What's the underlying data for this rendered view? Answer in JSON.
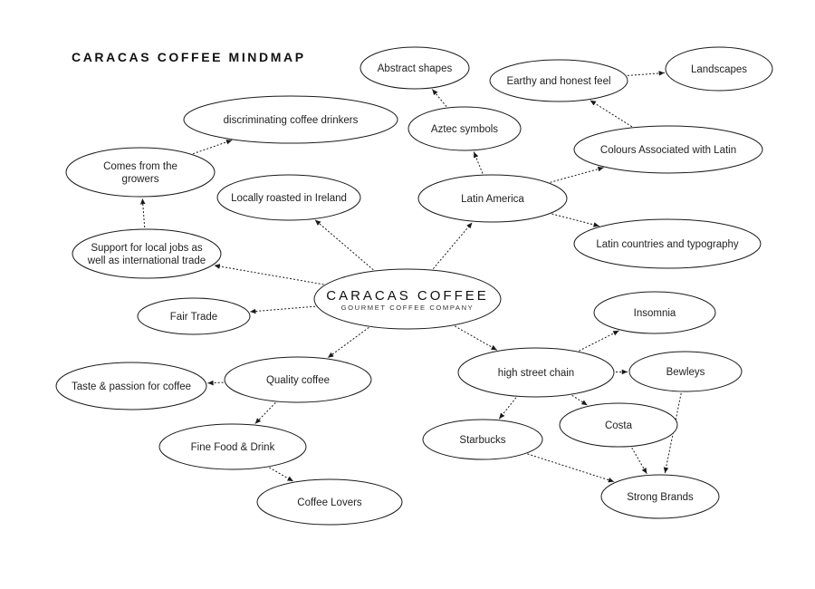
{
  "title": "CARACAS COFFEE MINDMAP",
  "center": {
    "title": "CARACAS COFFEE",
    "subtitle": "GOURMET COFFEE COMPANY"
  },
  "nodes": {
    "abstract_shapes": [
      "Abstract shapes"
    ],
    "earthy_feel": [
      "Earthy and honest feel"
    ],
    "landscapes": [
      "Landscapes"
    ],
    "discriminating": [
      "discriminating coffee drinkers"
    ],
    "aztec": [
      "Aztec symbols"
    ],
    "colours_latin": [
      "Colours Associated with Latin"
    ],
    "comes_from_growers": [
      "Comes from the",
      "growers"
    ],
    "locally_roasted": [
      "Locally roasted in Ireland"
    ],
    "latin_america": [
      "Latin America"
    ],
    "latin_typography": [
      "Latin countries and typography"
    ],
    "support_local": [
      "Support for local jobs as",
      "well as international trade"
    ],
    "fair_trade": [
      "Fair Trade"
    ],
    "insomnia": [
      "Insomnia"
    ],
    "high_street": [
      "high street chain"
    ],
    "bewleys": [
      "Bewleys"
    ],
    "taste_passion": [
      "Taste & passion for coffee"
    ],
    "quality_coffee": [
      "Quality coffee"
    ],
    "costa": [
      "Costa"
    ],
    "starbucks": [
      "Starbucks"
    ],
    "fine_food": [
      "Fine Food & Drink"
    ],
    "strong_brands": [
      "Strong Brands"
    ],
    "coffee_lovers": [
      "Coffee Lovers"
    ]
  },
  "edges": [
    [
      "center",
      "locally_roasted"
    ],
    [
      "center",
      "latin_america"
    ],
    [
      "center",
      "support_local"
    ],
    [
      "center",
      "fair_trade"
    ],
    [
      "center",
      "quality_coffee"
    ],
    [
      "center",
      "high_street"
    ],
    [
      "support_local",
      "comes_from_growers"
    ],
    [
      "comes_from_growers",
      "discriminating"
    ],
    [
      "latin_america",
      "aztec"
    ],
    [
      "aztec",
      "abstract_shapes"
    ],
    [
      "latin_america",
      "colours_latin"
    ],
    [
      "colours_latin",
      "earthy_feel"
    ],
    [
      "earthy_feel",
      "landscapes"
    ],
    [
      "latin_america",
      "latin_typography"
    ],
    [
      "quality_coffee",
      "taste_passion"
    ],
    [
      "quality_coffee",
      "fine_food"
    ],
    [
      "fine_food",
      "coffee_lovers"
    ],
    [
      "high_street",
      "insomnia"
    ],
    [
      "high_street",
      "bewleys"
    ],
    [
      "high_street",
      "costa"
    ],
    [
      "high_street",
      "starbucks"
    ],
    [
      "bewleys",
      "strong_brands"
    ],
    [
      "costa",
      "strong_brands"
    ],
    [
      "starbucks",
      "strong_brands"
    ]
  ]
}
